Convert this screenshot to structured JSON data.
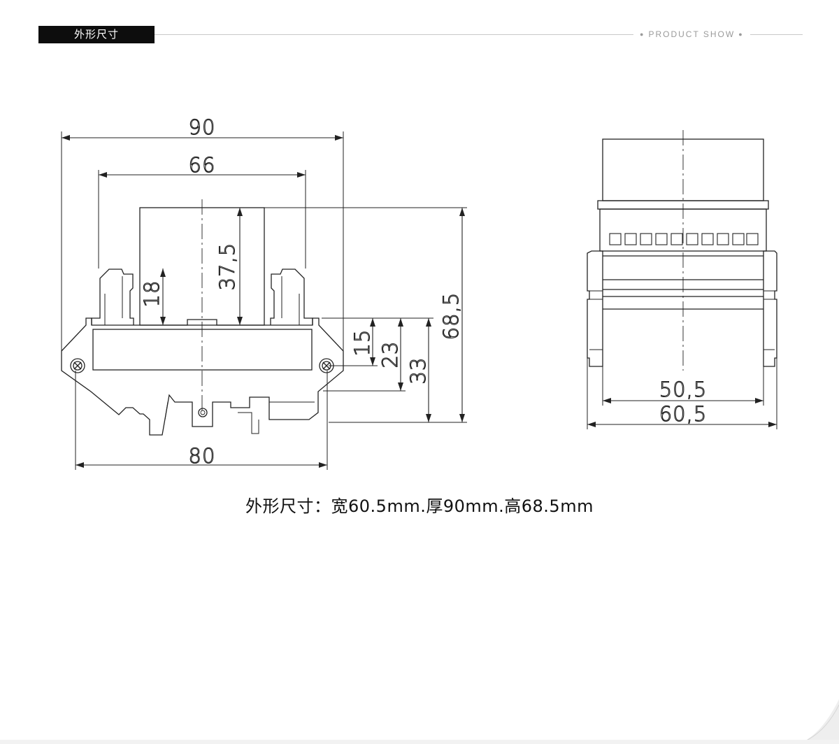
{
  "header": {
    "tag": "外形尺寸",
    "caption": "PRODUCT SHOW"
  },
  "drawing": {
    "front_view": {
      "dimensions": [
        "90",
        "66",
        "37,5",
        "18",
        "68,5",
        "15",
        "23",
        "33",
        "80"
      ]
    },
    "side_view": {
      "dimensions": [
        "50,5",
        "60,5"
      ]
    }
  },
  "caption": "外形尺寸：宽60.5mm.厚90mm.高68.5mm",
  "colors": {
    "line": "#222222",
    "header_bg": "#0d0d0d",
    "rule": "#c9c9c9"
  }
}
